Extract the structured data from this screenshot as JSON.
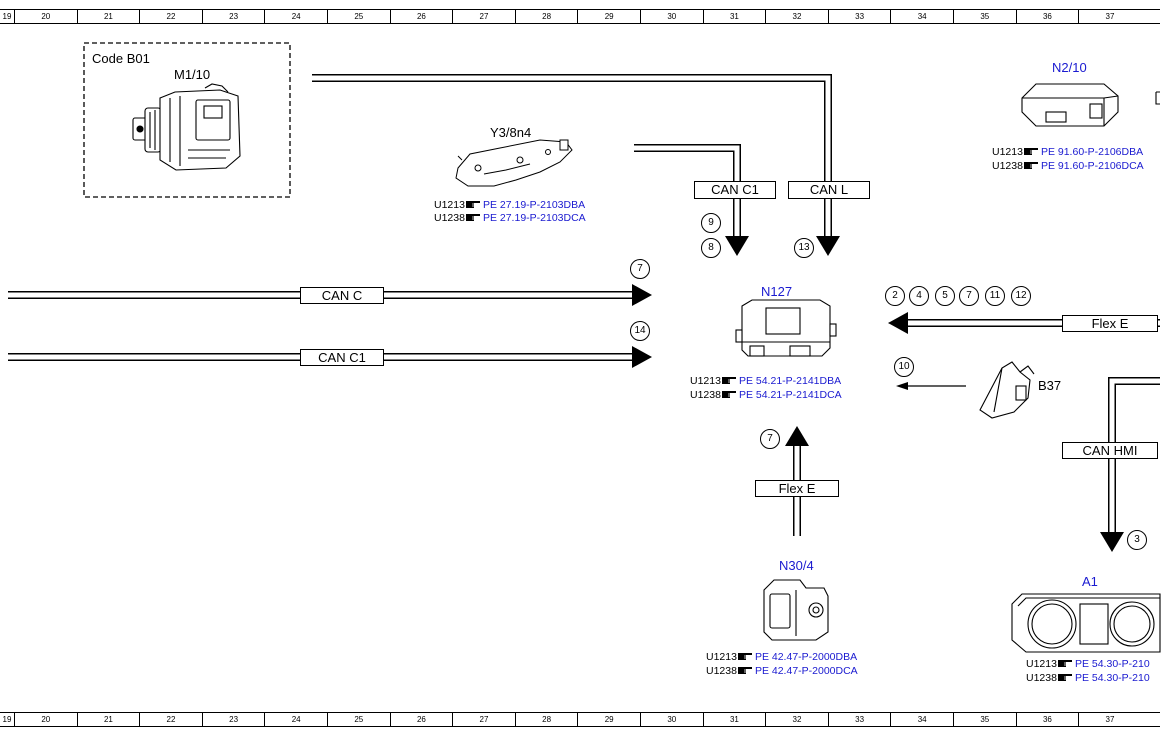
{
  "ruler": {
    "columns": [
      "19",
      "20",
      "21",
      "22",
      "23",
      "24",
      "25",
      "26",
      "27",
      "28",
      "29",
      "30",
      "31",
      "32",
      "33",
      "34",
      "35",
      "36",
      "37"
    ]
  },
  "option_box": {
    "label": "Code B01",
    "component": "M1/10"
  },
  "components": {
    "y3_8n4": {
      "name": "Y3/8n4",
      "refs": [
        {
          "code": "U1213",
          "pe": "PE 27.19-P-2103DBA"
        },
        {
          "code": "U1238",
          "pe": "PE 27.19-P-2103DCA"
        }
      ]
    },
    "n2_10": {
      "name": "N2/10",
      "refs": [
        {
          "code": "U1213",
          "pe": "PE 91.60-P-2106DBA"
        },
        {
          "code": "U1238",
          "pe": "PE 91.60-P-2106DCA"
        }
      ]
    },
    "n127": {
      "name": "N127",
      "refs": [
        {
          "code": "U1213",
          "pe": "PE 54.21-P-2141DBA"
        },
        {
          "code": "U1238",
          "pe": "PE 54.21-P-2141DCA"
        }
      ]
    },
    "b37": {
      "name": "B37"
    },
    "n30_4": {
      "name": "N30/4",
      "refs": [
        {
          "code": "U1213",
          "pe": "PE 42.47-P-2000DBA"
        },
        {
          "code": "U1238",
          "pe": "PE 42.47-P-2000DCA"
        }
      ]
    },
    "a1": {
      "name": "A1",
      "refs": [
        {
          "code": "U1213",
          "pe": "PE 54.30-P-210"
        },
        {
          "code": "U1238",
          "pe": "PE 54.30-P-210"
        }
      ]
    }
  },
  "buses": {
    "can_c1_top": "CAN C1",
    "can_l": "CAN L",
    "can_c": "CAN C",
    "can_c1_left": "CAN C1",
    "flex_e_right": "Flex E",
    "can_hmi": "CAN HMI",
    "flex_e_bottom": "Flex E"
  },
  "markers": {
    "m9": "9",
    "m8": "8",
    "m13": "13",
    "m7a": "7",
    "m14": "14",
    "m2": "2",
    "m4": "4",
    "m5": "5",
    "m7b": "7",
    "m11": "11",
    "m12": "12",
    "m10": "10",
    "m7c": "7",
    "m3": "3"
  }
}
